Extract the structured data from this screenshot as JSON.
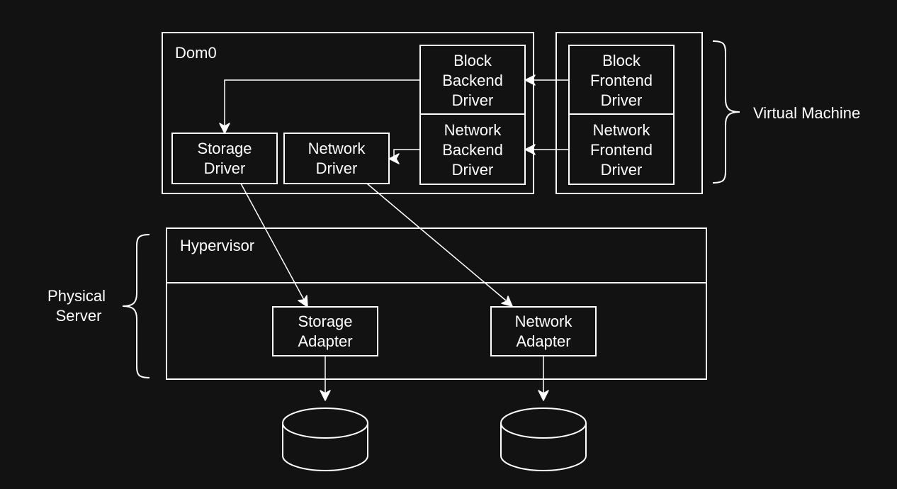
{
  "diagram": {
    "dom0": {
      "title": "Dom0"
    },
    "virtual_machine": {
      "label": "Virtual Machine"
    },
    "physical_server": {
      "label_lines": [
        "Physical",
        "Server"
      ]
    },
    "hypervisor": {
      "title": "Hypervisor"
    },
    "block_backend": {
      "lines": [
        "Block",
        "Backend",
        "Driver"
      ]
    },
    "network_backend": {
      "lines": [
        "Network",
        "Backend",
        "Driver"
      ]
    },
    "block_frontend": {
      "lines": [
        "Block",
        "Frontend",
        "Driver"
      ]
    },
    "network_frontend": {
      "lines": [
        "Network",
        "Frontend",
        "Driver"
      ]
    },
    "storage_driver": {
      "lines": [
        "Storage",
        "Driver"
      ]
    },
    "network_driver": {
      "lines": [
        "Network",
        "Driver"
      ]
    },
    "storage_adapter": {
      "lines": [
        "Storage",
        "Adapter"
      ]
    },
    "network_adapter": {
      "lines": [
        "Network",
        "Adapter"
      ]
    }
  },
  "colors": {
    "background": "#121212",
    "stroke": "#ffffff",
    "text": "#ffffff"
  }
}
